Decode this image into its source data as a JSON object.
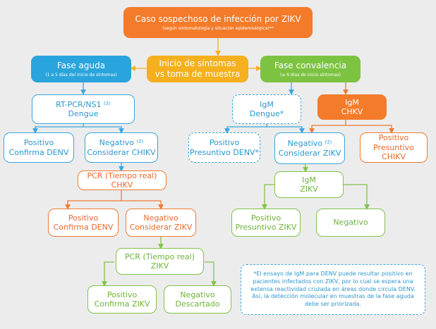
{
  "top": {
    "title": "Caso sospechoso de infección por ZIKV",
    "subtitle": "(según sintomatología y situación epidemiológica)**"
  },
  "center": {
    "line1": "Inicio de síntomas",
    "line2": "vs toma de muestra"
  },
  "acute": {
    "title": "Fase aguda",
    "subtitle": "(1 a 5 días del inicio de síntomas)",
    "test": {
      "line1": "RT-PCR/NS1 ⁽²⁾",
      "line2": "Dengue"
    },
    "pos": {
      "line1": "Positivo",
      "line2": "Confirma DENV"
    },
    "neg": {
      "line1": "Negativo ⁽²⁾",
      "line2": "Considerar CHIKV"
    },
    "pcr_chkv": {
      "line1": "PCR (Tiempo real)",
      "line2": "CHKV"
    },
    "chkv_pos": {
      "line1": "Positivo",
      "line2": "Confirma DENV"
    },
    "chkv_neg": {
      "line1": "Negativo",
      "line2": "Considerar ZIKV"
    },
    "pcr_zikv": {
      "line1": "PCR (Tiempo real)",
      "line2": "ZIKV"
    },
    "zikv_pos": {
      "line1": "Positivo",
      "line2": "Confirma ZIKV"
    },
    "zikv_neg": {
      "line1": "Negativo",
      "line2": "Descartado"
    }
  },
  "conv": {
    "title": "Fase convalencia",
    "subtitle": "(≥ 6 días de inicio síntomas)",
    "igm_dengue": {
      "line1": "IgM",
      "line2": "Dengue*"
    },
    "igm_chkv": {
      "line1": "IgM",
      "line2": "CHKV"
    },
    "dengue_pos": {
      "line1": "Positivo",
      "line2": "Presuntivo DENV*"
    },
    "mid_neg": {
      "line1": "Negativo ⁽²⁾",
      "line2": "Considerar ZIKV"
    },
    "chkv_pos": {
      "line1": "Positivo",
      "line2": "Presuntivo CHIKV"
    },
    "igm_zikv": {
      "line1": "IgM",
      "line2": "ZIKV"
    },
    "zikv_pos": {
      "line1": "Positivo",
      "line2": "Presuntivo ZIKV"
    },
    "zikv_neg": {
      "line1": "Negativo"
    }
  },
  "note": "*El ensayo de IgM para DENV puede resultar positivo en pacientes infectados con ZIKV, por lo cual se espera una extensa reactividad cruzada en áreas donde circula DENV. Así, la detección molecular en muestras de la fase aguda debe ser priorizada.",
  "colors": {
    "orange": "#f47b2a",
    "yellow": "#f5b01e",
    "blue": "#2aa4dc",
    "green": "#7dc342"
  }
}
